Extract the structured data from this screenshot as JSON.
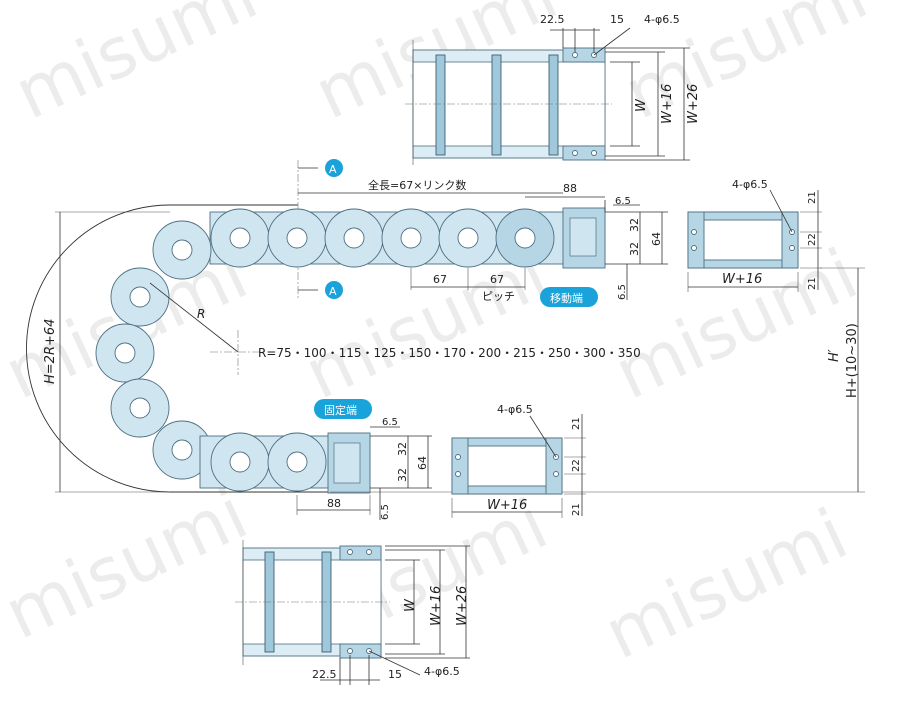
{
  "watermark": "misumi",
  "colors": {
    "chain_fill": "#cfe6f1",
    "badge": "#1aa3da"
  },
  "labels": {
    "section_a": "A",
    "total_length": "全長=67×リンク数",
    "pitch": "ピッチ",
    "moving_end": "移動端",
    "fixed_end": "固定端",
    "r_symbol": "R",
    "r_values": "R=75・100・115・125・150・170・200・215・250・300・350",
    "h_formula": "H=2R+64",
    "h_prime": "H′",
    "h_prime_range": "H+(10~30)",
    "w": "W",
    "w16": "W+16",
    "w26": "W+26",
    "holes": "4-φ6.5",
    "d22_5": "22.5",
    "d15": "15",
    "d88": "88",
    "d6_5": "6.5",
    "d32": "32",
    "d64": "64",
    "d67": "67",
    "d21": "21",
    "d22": "22"
  }
}
